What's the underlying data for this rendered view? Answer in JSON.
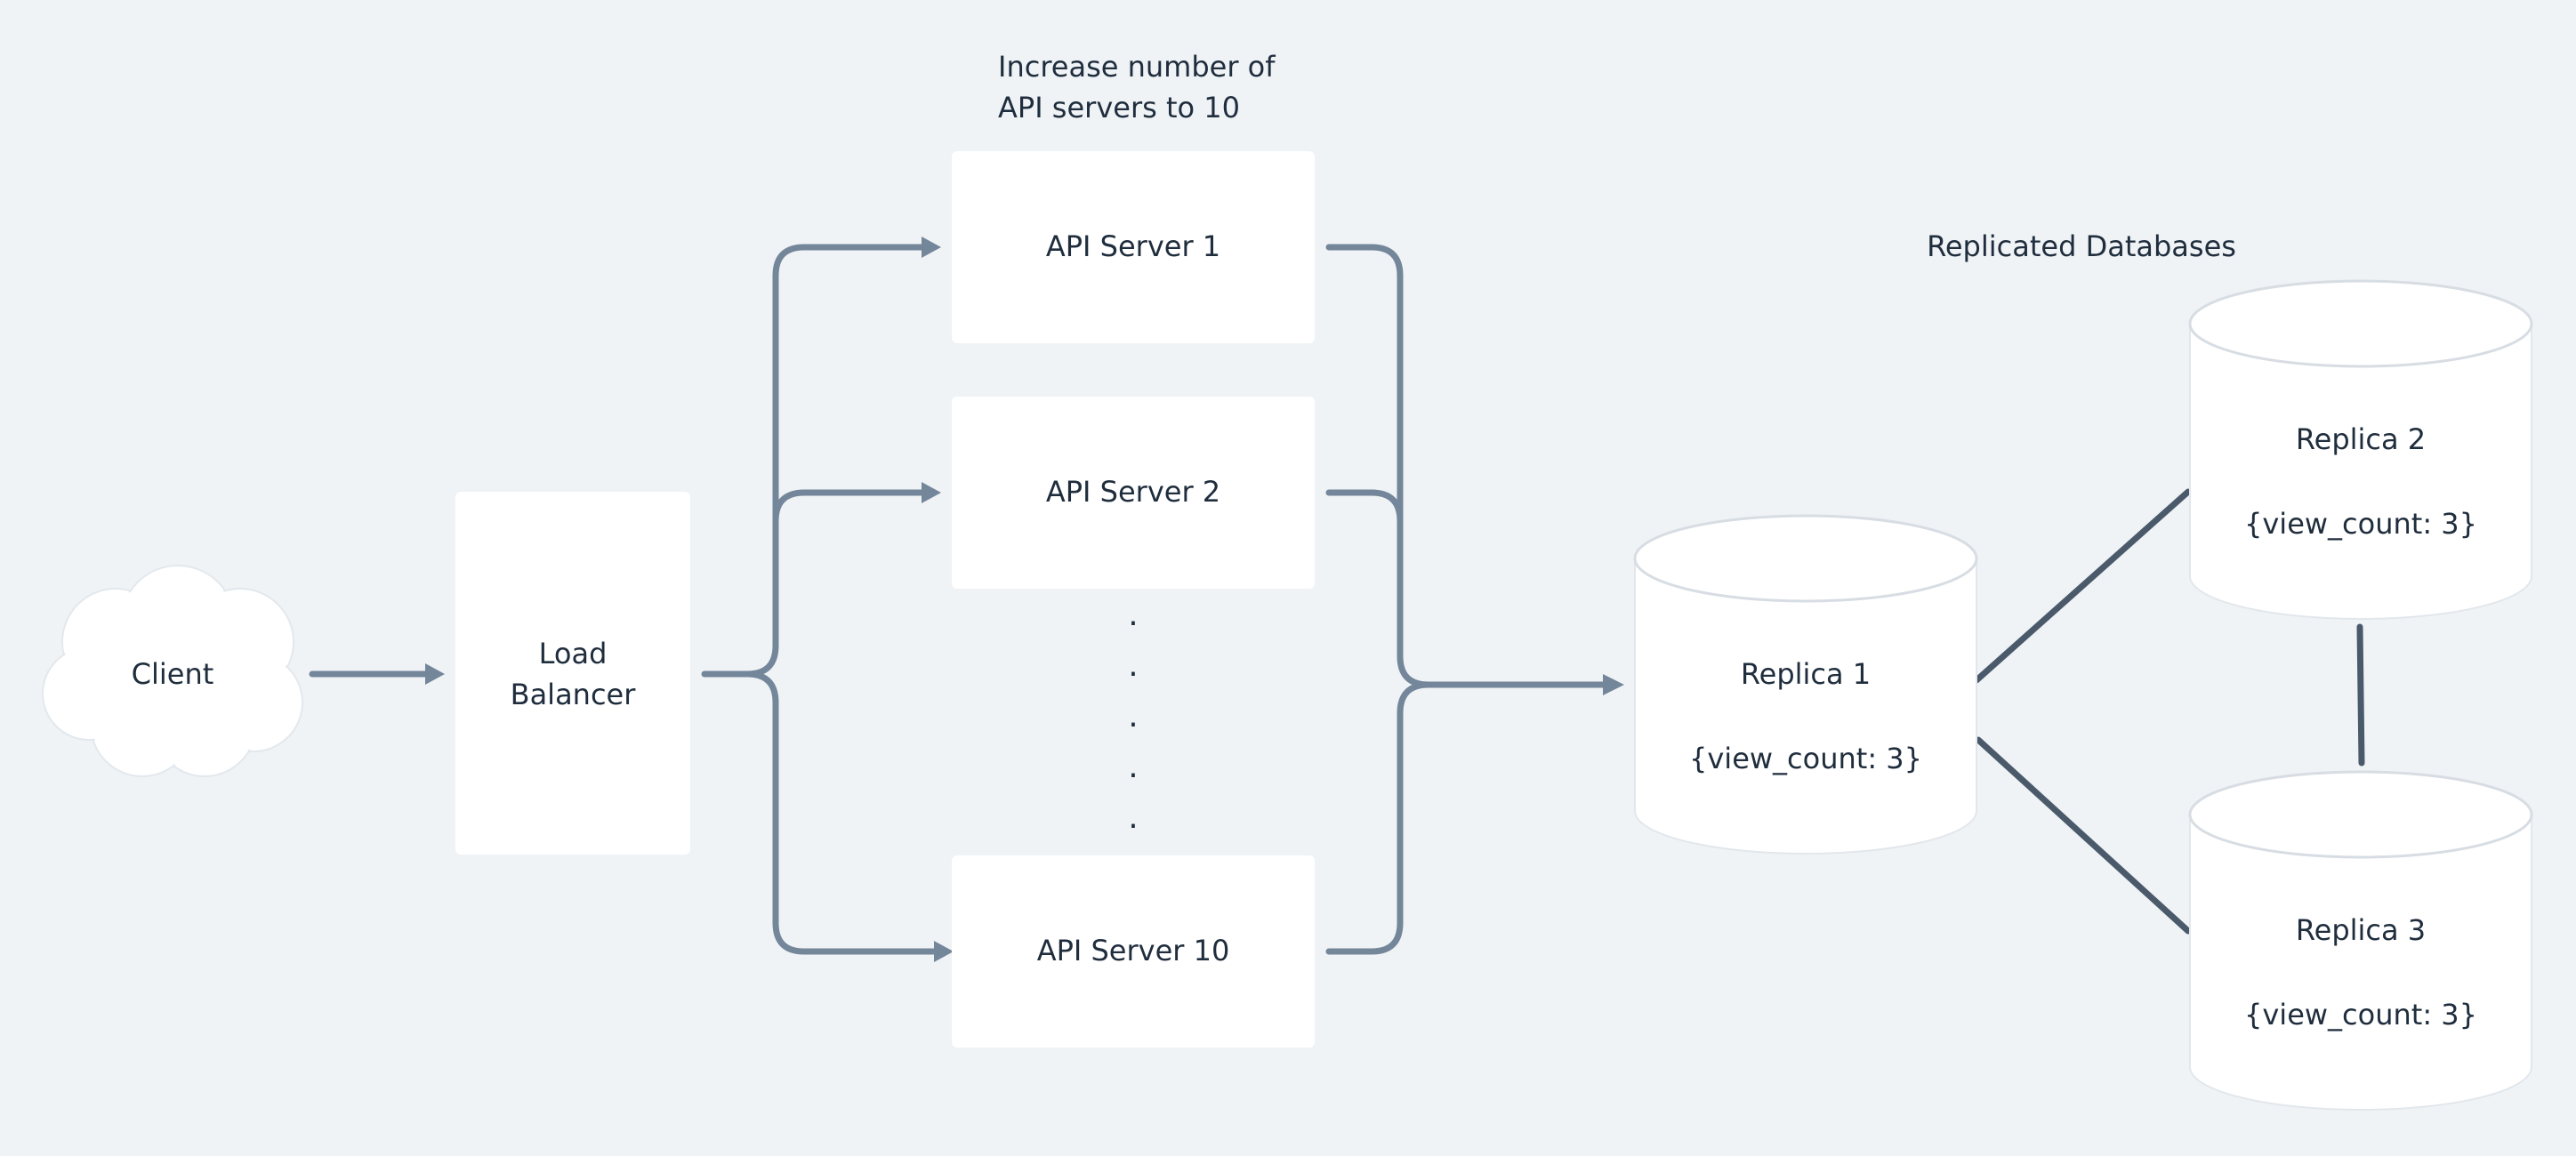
{
  "client": {
    "label": "Client"
  },
  "load_balancer": {
    "line1": "Load",
    "line2": "Balancer"
  },
  "note": {
    "line1": "Increase number of",
    "line2": "API servers to 10"
  },
  "servers": [
    {
      "label": "API Server 1"
    },
    {
      "label": "API Server 2"
    },
    {
      "label": "API Server 10"
    }
  ],
  "ellipsis_dot": ".",
  "databases": {
    "title": "Replicated Databases",
    "replicas": [
      {
        "name": "Replica 1",
        "value": "{view_count: 3}"
      },
      {
        "name": "Replica 2",
        "value": "{view_count: 3}"
      },
      {
        "name": "Replica 3",
        "value": "{view_count: 3}"
      }
    ]
  },
  "colors": {
    "background": "#eff3f6",
    "node_fill": "#ffffff",
    "flow_arrow": "#74869a",
    "replica_link": "#4a5a6b",
    "text": "#1f2d3d"
  }
}
